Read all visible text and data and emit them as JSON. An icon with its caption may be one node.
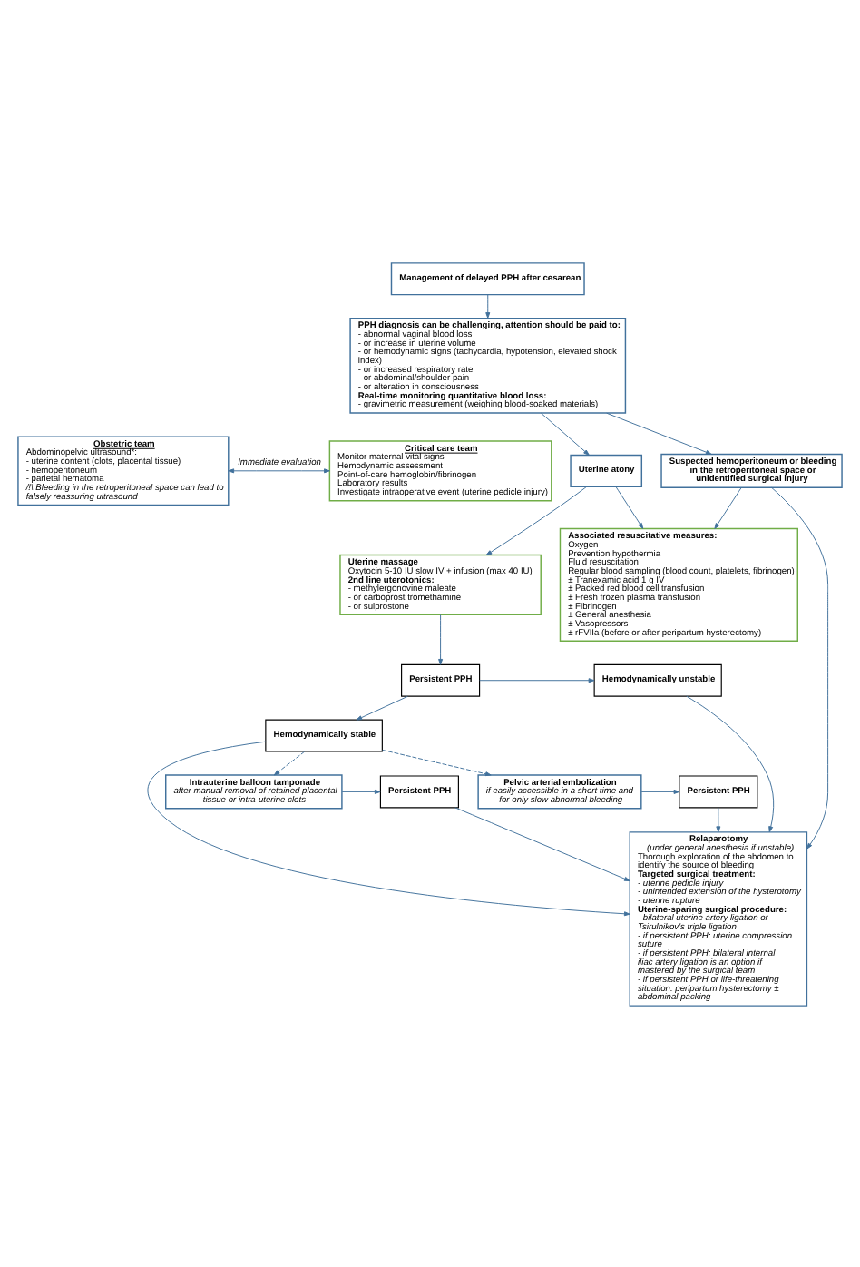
{
  "diagram": {
    "nodes": [
      {
        "text": [
          "Management of delayed PPH after cesarean"
        ]
      },
      {
        "text": [
          "PPH diagnosis can be challenging, attention should be paid to:",
          "- abnormal vaginal blood loss",
          "- or increase in uterine volume",
          "- or hemodynamic signs (tachycardia, hypotension, elevated shock index)",
          "- or increased respiratory rate",
          "- or abdominal/shoulder pain",
          "- or alteration in consciousness",
          "Real-time monitoring quantitative blood loss:",
          "- gravimetric measurement (weighing blood-soaked materials)"
        ]
      },
      {
        "text": [
          "Obstetric team",
          "Abdominopelvic ultrasound*:",
          "- uterine content (clots, placental tissue)",
          "- hemoperitoneum",
          "- parietal hematoma",
          "/!\\ Bleeding in the retroperitoneal space can lead to falsely reassuring ultrasound"
        ]
      },
      {
        "text": [
          "Critical care team",
          "Monitor maternal vital signs",
          "Hemodynamic assessment",
          "Point-of-care hemoglobin/fibrinogen",
          "Laboratory results",
          "Investigate intraoperative event (uterine pedicle injury)"
        ]
      },
      {
        "text": [
          "Uterine atony"
        ]
      },
      {
        "text": [
          "Suspected hemoperitoneum or bleeding in the retroperitoneal space or unidentified surgical injury"
        ]
      },
      {
        "text": [
          "Uterine massage",
          "Oxytocin 5-10 IU slow IV + infusion (max 40 IU)",
          "2nd line uterotonics:",
          "- methylergonovine maleate",
          "- or carboprost tromethamine",
          "- or sulprostone"
        ]
      },
      {
        "text": [
          "Relaparotomy",
          "(under general anesthesia if unstable)",
          "Thorough exploration of the abdomen to identify the source of bleeding",
          "Targeted surgical treatment:",
          "- uterine pedicle injury",
          "- unintended extension of the hysterotomy",
          "- uterine rupture",
          "Uterine-sparing surgical procedure:",
          "- bilateral uterine artery ligation or Tsirulnikov's triple ligation",
          "- if persistent PPH: uterine compression suture",
          "- if persistent PPH: bilateral internal iliac artery ligation is an option if mastered by the surgical team",
          "- if persistent PPH or life-threatening situation: peripartum hysterectomy ± abdominal packing"
        ]
      },
      {
        "text": [
          "Persistent PPH"
        ]
      },
      {
        "text": [
          "Hemodynamically unstable"
        ]
      },
      {
        "text": [
          "Hemodynamically stable"
        ]
      },
      {
        "text": [
          "Intrauterine balloon tamponade",
          "after manual removal of retained placental tissue or intra-uterine clots"
        ]
      },
      {
        "text": [
          "Persistent PPH"
        ]
      },
      {
        "text": [
          "Pelvic arterial embolization",
          "if easily accessible in a short time and for only slow abnormal bleeding"
        ]
      },
      {
        "text": [
          "Persistent PPH"
        ]
      },
      {
        "text": [
          "Associated resuscitative measures:",
          "Oxygen",
          "Prevention hypothermia",
          "Fluid resuscitation",
          "Regular blood sampling (blood count, platelets, fibrinogen)",
          "± Tranexamic acid 1 g IV",
          "± Packed red blood cell transfusion",
          "± Fresh frozen plasma transfusion",
          "± Fibrinogen",
          "± General anesthesia",
          "± Vasopressors",
          "± rFVIIa (before or after peripartum hysterectomy)"
        ]
      }
    ],
    "edges": [
      {
        "from": 0,
        "to": 1,
        "arrow": "to"
      },
      {
        "from": 2,
        "to": 3,
        "arrow": "both",
        "label": "Immediate evaluation"
      },
      {
        "from": 1,
        "to": 4,
        "arrow": "to"
      },
      {
        "from": 1,
        "to": 5,
        "arrow": "to"
      },
      {
        "from": 4,
        "to": 6,
        "arrow": "to"
      },
      {
        "from": 5,
        "to": 7,
        "arrow": "to"
      },
      {
        "from": 6,
        "to": 8,
        "arrow": "to"
      },
      {
        "from": 8,
        "to": 9,
        "arrow": "to"
      },
      {
        "from": 9,
        "to": 7,
        "arrow": "to"
      },
      {
        "from": 8,
        "to": 10,
        "arrow": "to"
      },
      {
        "from": 10,
        "to": 7,
        "arrow": "to"
      },
      {
        "from": 10,
        "to": 11,
        "arrow": "to",
        "style": "dashed"
      },
      {
        "from": 10,
        "to": 13,
        "arrow": "to",
        "style": "dashed"
      },
      {
        "from": 11,
        "to": 12,
        "arrow": "to"
      },
      {
        "from": 12,
        "to": 7,
        "arrow": "to"
      },
      {
        "from": 13,
        "to": 14,
        "arrow": "to"
      },
      {
        "from": 14,
        "to": 7,
        "arrow": "to"
      },
      {
        "from": 4,
        "to": 15,
        "arrow": "to"
      },
      {
        "from": 5,
        "to": 15,
        "arrow": "to"
      }
    ]
  }
}
